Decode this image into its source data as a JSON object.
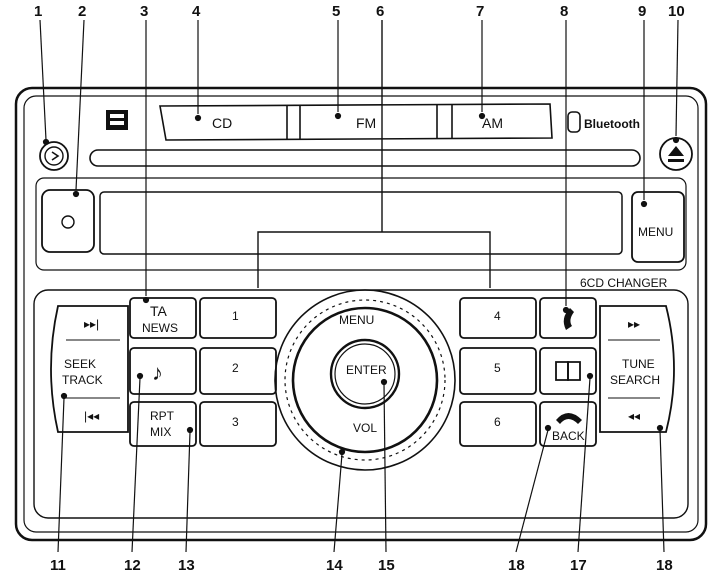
{
  "callouts": [
    "1",
    "2",
    "3",
    "4",
    "5",
    "6",
    "7",
    "8",
    "9",
    "10",
    "11",
    "12",
    "13",
    "14",
    "15",
    "18",
    "17",
    "18"
  ],
  "labels": {
    "cd": "CD",
    "fm": "FM",
    "am": "AM",
    "bluetooth": "Bluetooth",
    "menu_button": "MENU",
    "cd_changer": "6CD CHANGER",
    "ta": "TA",
    "news": "NEWS",
    "seek": "SEEK",
    "track": "TRACK",
    "rpt": "RPT",
    "mix": "MIX",
    "knob_menu": "MENU",
    "enter": "ENTER",
    "vol": "VOL",
    "tune": "TUNE",
    "search": "SEARCH",
    "back": "BACK",
    "presets": [
      "1",
      "2",
      "3",
      "4",
      "5",
      "6"
    ],
    "music_note": "♪"
  }
}
